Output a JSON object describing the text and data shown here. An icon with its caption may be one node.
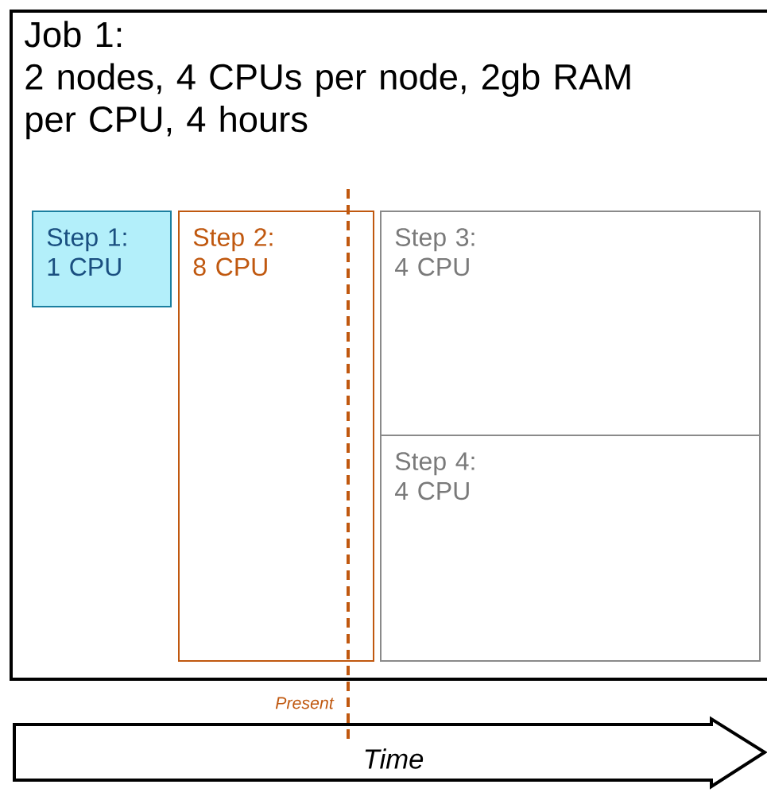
{
  "diagram": {
    "nodes": [
      {
        "text": [
          "Job 1:",
          "2 nodes, 4 CPUs per node, 2gb RAM per CPU, 4 hours"
        ]
      },
      {
        "text": [
          "Step 1:",
          "1 CPU"
        ],
        "in": 0
      },
      {
        "text": [
          "Step 2:",
          "8 CPU"
        ],
        "in": 0
      },
      {
        "text": [
          "Step 3:",
          "4 CPU"
        ],
        "in": 0
      },
      {
        "text": [
          "Step 4:",
          "4 CPU"
        ],
        "in": 0
      },
      {
        "text": [
          "Time"
        ]
      }
    ],
    "labels": [
      "Present"
    ]
  }
}
